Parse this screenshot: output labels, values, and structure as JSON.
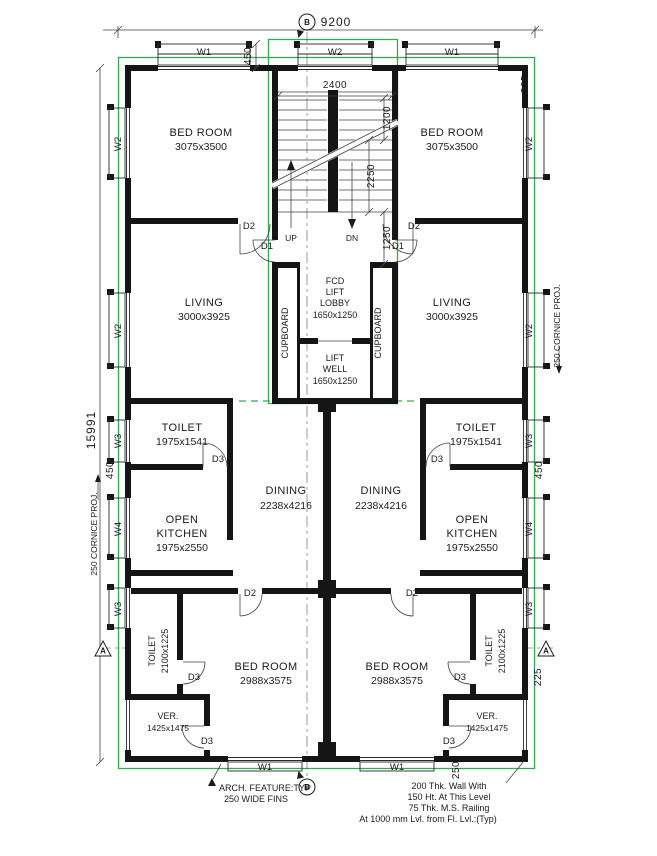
{
  "colors": {
    "accent_green": "#35a853",
    "ink": "#1b1b1b"
  },
  "dims": {
    "total_w": "9200",
    "total_h": "15991",
    "d2400": "2400",
    "d1200": "1200",
    "d2250": "2250",
    "d1250": "1250",
    "d450": "450",
    "d225": "225",
    "d250": "250"
  },
  "openings": {
    "w1": "W1",
    "w2": "W2",
    "w3": "W3",
    "w4": "W4",
    "d1": "D1",
    "d2": "D2",
    "d3": "D3"
  },
  "stair": {
    "up": "UP",
    "dn": "DN"
  },
  "rooms": {
    "bedroom_top": {
      "name": "BED ROOM",
      "size": "3075x3500"
    },
    "living": {
      "name": "LIVING",
      "size": "3000x3925"
    },
    "lift_lobby": {
      "l1": "FCD",
      "l2": "LIFT",
      "l3": "LOBBY",
      "size": "1650x1250"
    },
    "lift_well": {
      "l1": "LIFT",
      "l2": "WELL",
      "size": "1650x1250"
    },
    "cupboard": {
      "name": "CUPBOARD"
    },
    "toilet_upper": {
      "name": "TOILET",
      "size": "1975x1541"
    },
    "dining": {
      "name": "DINING",
      "size": "2238x4216"
    },
    "kitchen": {
      "l1": "OPEN",
      "l2": "KITCHEN",
      "size": "1975x2550"
    },
    "toilet_lower": {
      "name": "TOILET",
      "size": "2100x1225"
    },
    "bedroom_bottom": {
      "name": "BED ROOM",
      "size": "2988x3575"
    },
    "verandah": {
      "name": "VER.",
      "size": "1425x1475"
    }
  },
  "annotations": {
    "cornice": "250 CORNICE PROJ.",
    "arch_feature_1": "ARCH. FEATURE:TYP",
    "arch_feature_2": "250 WIDE FINS",
    "wall_note_1": "200 Thk. Wall With",
    "wall_note_2": "150 Ht. At This Level",
    "wall_note_3": "75 Thk. M.S. Railing",
    "wall_note_4": "At 1000 mm Lvl. from Fl. Lvl.:(Typ)"
  },
  "markers": {
    "a": "A",
    "b": "B"
  }
}
